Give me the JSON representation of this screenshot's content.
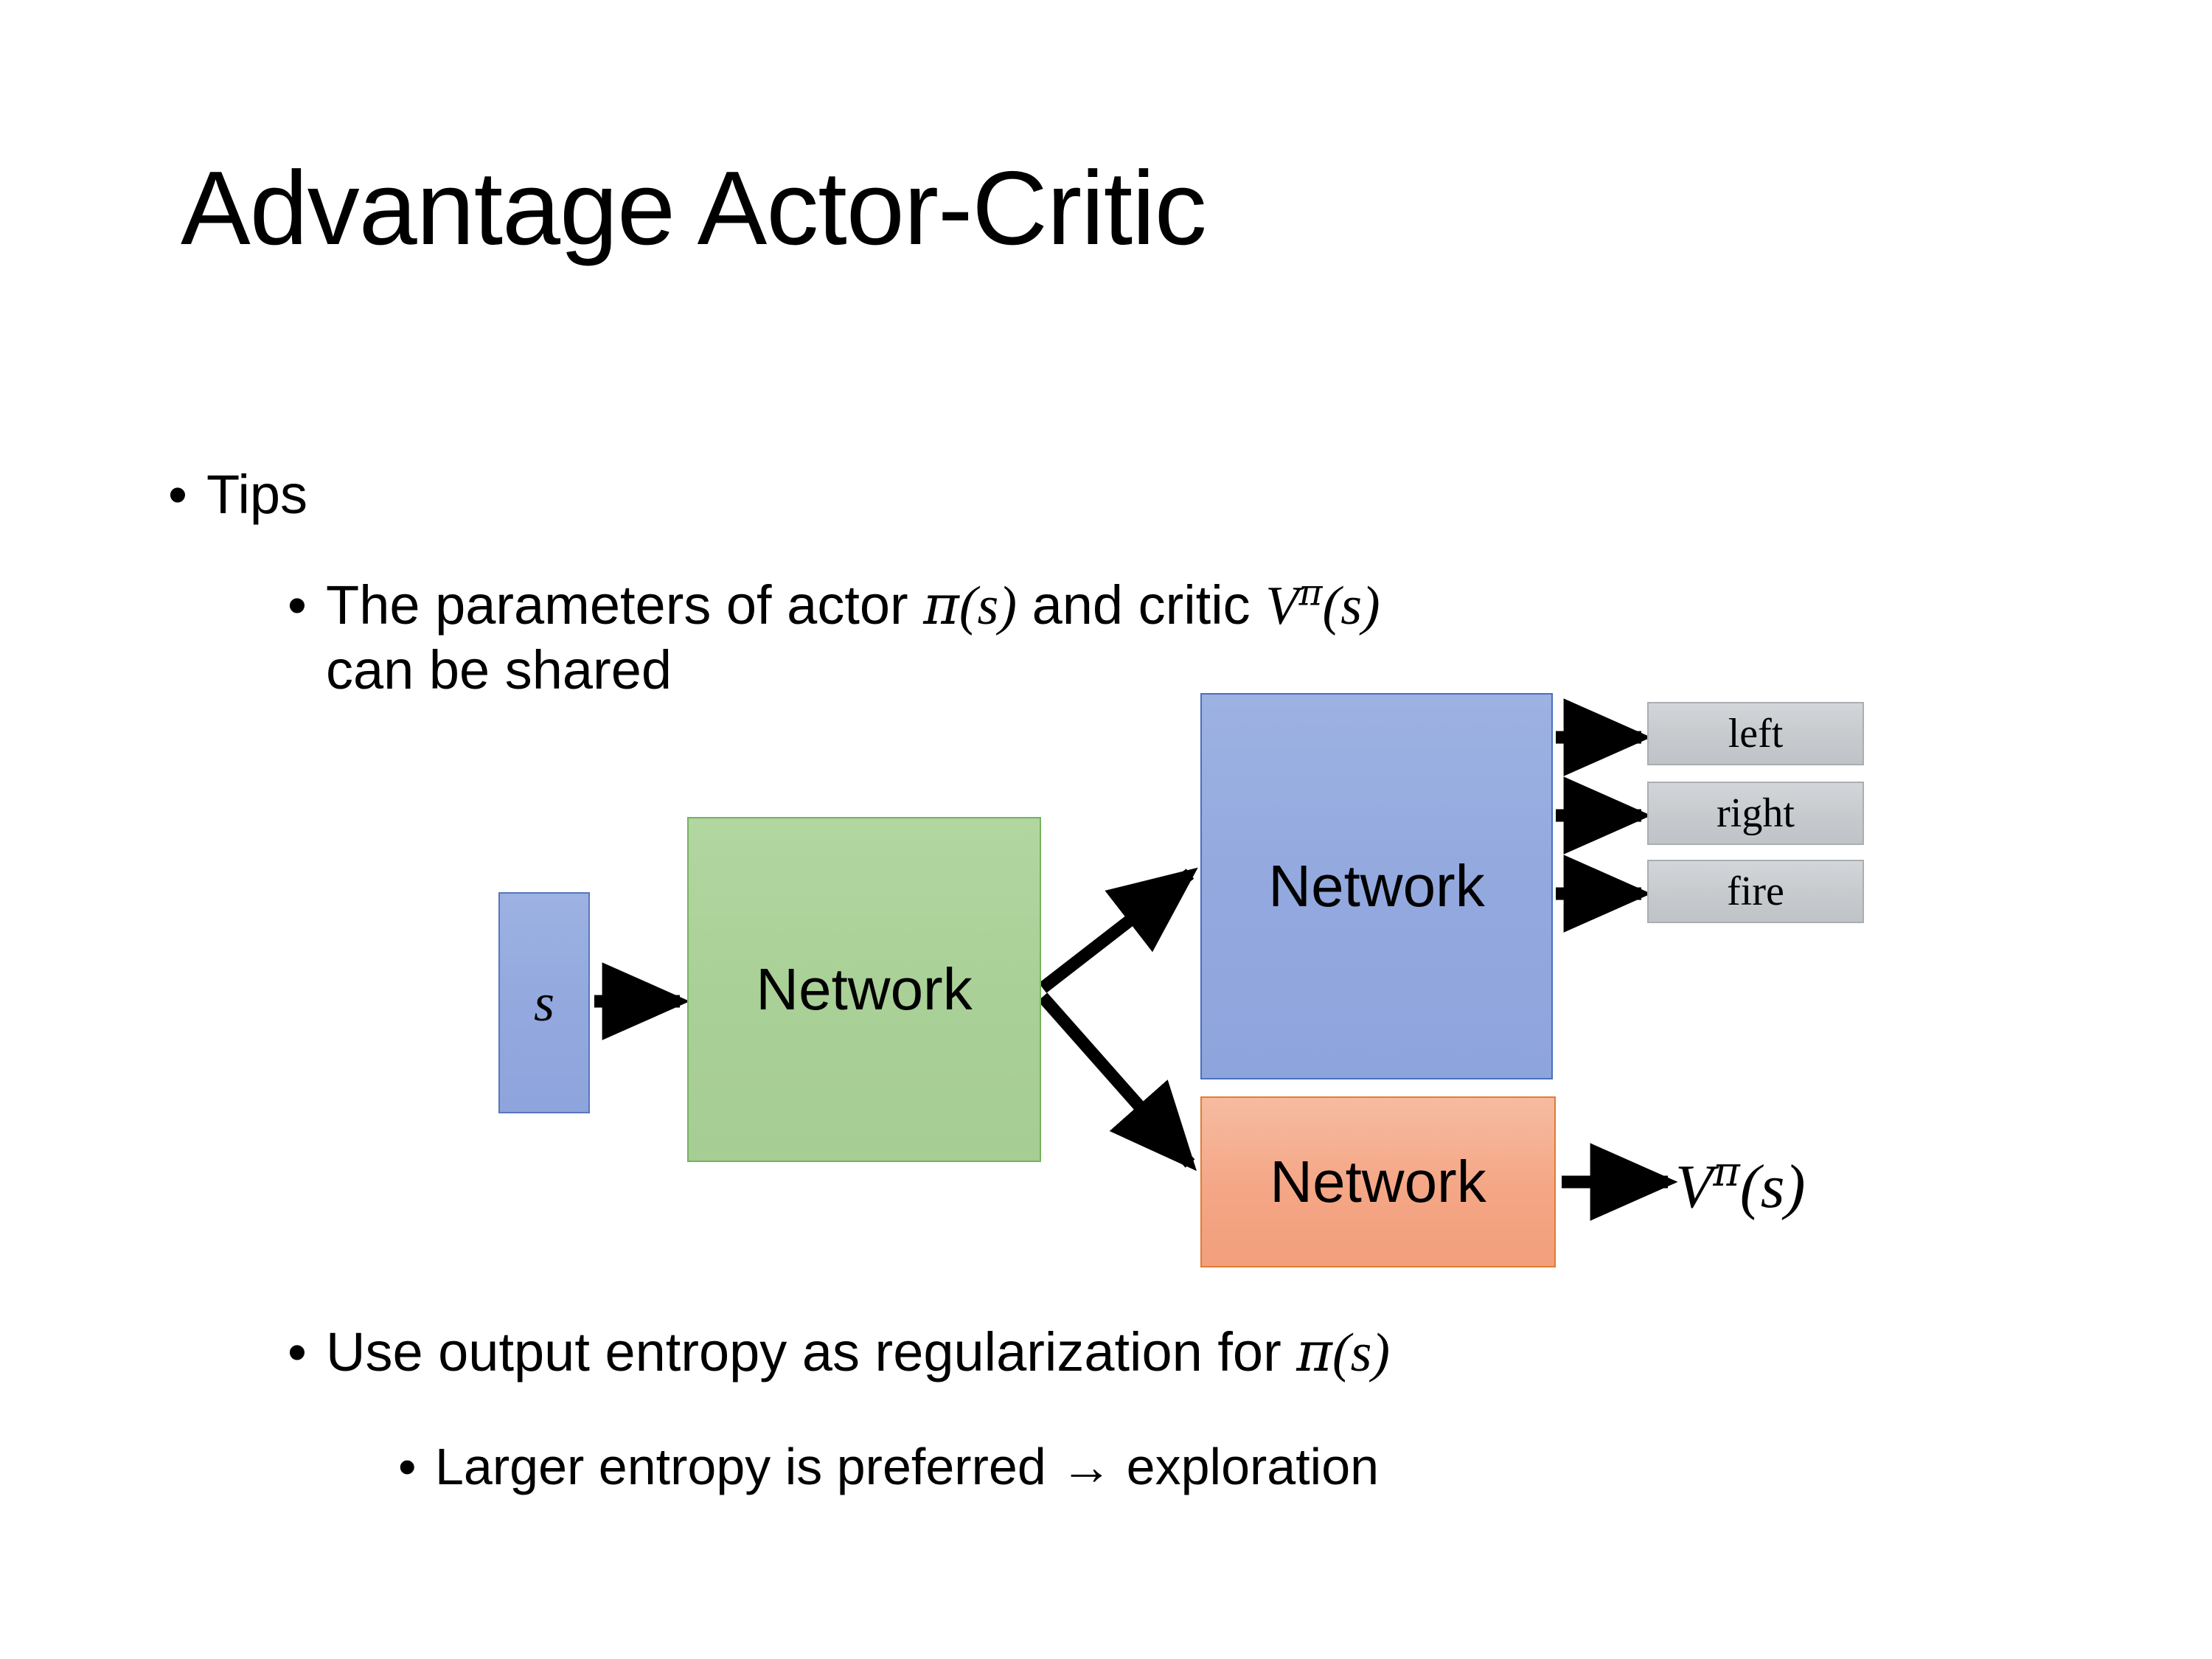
{
  "slide": {
    "title": "Advantage Actor-Critic",
    "bullets": {
      "tips": "Tips",
      "params_pre": "The parameters of actor ",
      "params_pi": "π",
      "params_paren_open": "(",
      "params_s1": "s",
      "params_paren_close": ")",
      "params_mid": "  and critic ",
      "params_v": "V",
      "params_v_sup": "π",
      "params_paren_open2": "(",
      "params_s2": "s",
      "params_paren_close2": ")",
      "params_line2": "can be shared",
      "entropy_pre": "Use output entropy as regularization for ",
      "entropy_pi": "π",
      "entropy_paren_open": "(",
      "entropy_s": "s",
      "entropy_paren_close": ")",
      "larger": "Larger entropy is preferred → exploration",
      "bullet_glyph": "•"
    }
  },
  "diagram": {
    "state_box": {
      "label": "s",
      "color": "#92A8DE"
    },
    "shared_network": {
      "label": "Network",
      "color": "#A9D097"
    },
    "actor_network": {
      "label": "Network",
      "color": "#92A8DE"
    },
    "critic_network": {
      "label": "Network",
      "color": "#F4A685"
    },
    "actions": [
      {
        "label": "left"
      },
      {
        "label": "right"
      },
      {
        "label": "fire"
      }
    ],
    "value_output": {
      "v": "V",
      "sup": "π",
      "paren_open": "(",
      "s": "s",
      "paren_close": ")"
    },
    "action_box_color": "#C6CACD",
    "arrow_color": "#000000"
  }
}
